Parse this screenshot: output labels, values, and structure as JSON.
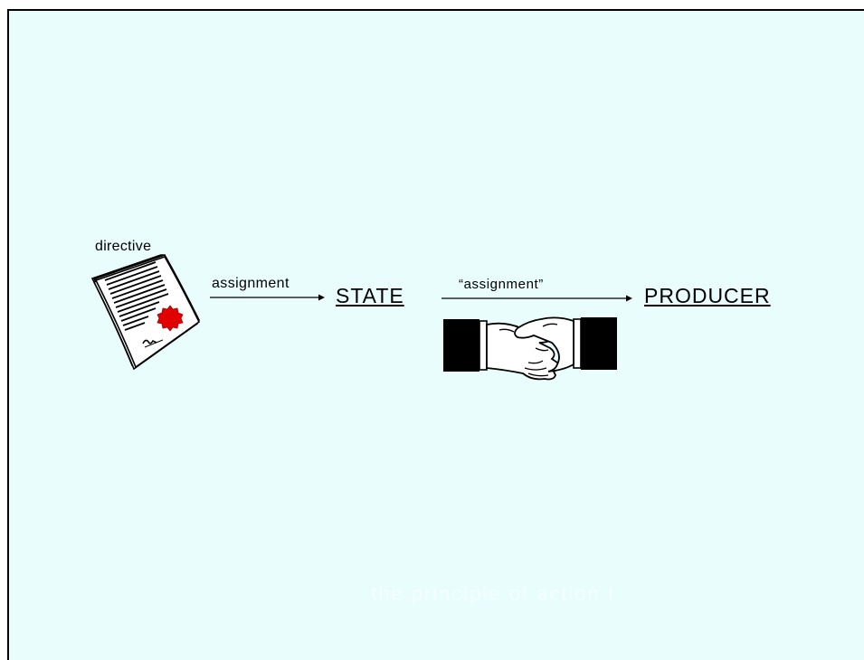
{
  "diagram": {
    "directive_label": "directive",
    "assignment_label": "assignment",
    "state_label": "STATE",
    "quoted_assignment_label": "“assignment”",
    "producer_label": "PRODUCER",
    "footer_text": "the principle of action I"
  },
  "colors": {
    "background": "#e9fdfd",
    "seal": "#e30000",
    "footer_text": "#f4ffff"
  },
  "icons": [
    "document-stack-icon",
    "handshake-icon"
  ]
}
